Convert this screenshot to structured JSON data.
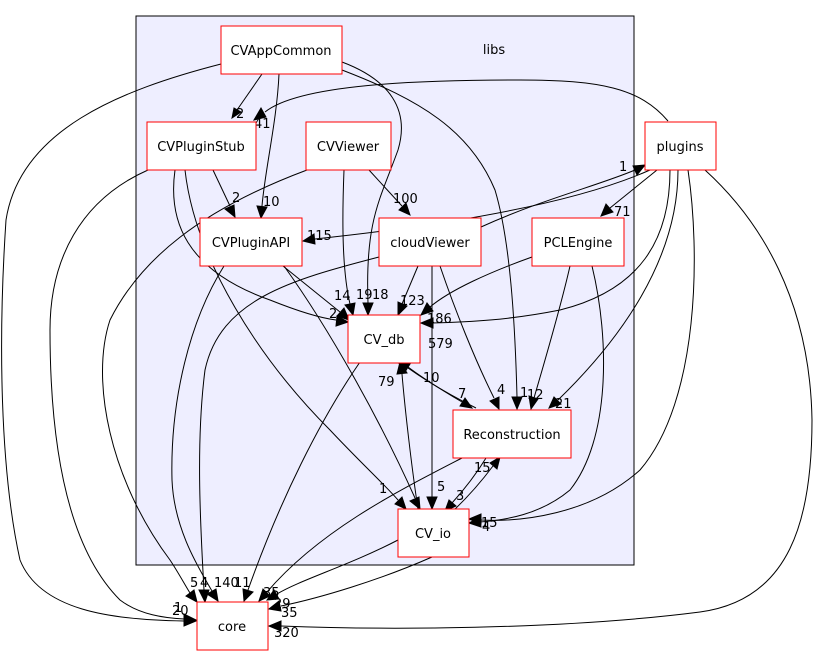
{
  "cluster": {
    "label": "libs",
    "fill": "#eeeeff",
    "stroke": "#000000"
  },
  "colors": {
    "node_border": "#ff0000",
    "edge": "#000000"
  },
  "nodes": {
    "cvappcommon": "CVAppCommon",
    "cvpluginstub": "CVPluginStub",
    "cvviewer": "CVViewer",
    "cvpluginapi": "CVPluginAPI",
    "cloudviewer": "cloudViewer",
    "pclengine": "PCLEngine",
    "cv_db": "CV_db",
    "reconstruction": "Reconstruction",
    "cv_io": "CV_io",
    "plugins": "plugins",
    "core": "core"
  },
  "edge_labels": {
    "appcommon_pluginstub": "2",
    "plugins_pluginstub": "41",
    "pluginstub_pluginapi": "2",
    "appcommon_pluginapi": "10",
    "cvviewer_cloudviewer": "100",
    "cloudviewer_plugins": "1",
    "plugins_pclengine": "71",
    "plugins_pluginapi": "115",
    "pluginapi_cvdb": "14",
    "cvviewer_cvdb": "19",
    "appcommon_cvdb": "18",
    "pluginstub_cvdb": "2",
    "cloudviewer_cvdb": "123",
    "pclengine_cvdb": "186",
    "plugins_cvdb": "579",
    "recon_cvdb": "10",
    "cvio_cvdb": "79",
    "cvdb_recon": "7",
    "cloudviewer_recon": "4",
    "appcommon_recon": "1",
    "pclengine_recon": "12",
    "plugins_recon": "21",
    "cvio_recon": "15",
    "recon_cvio": "3",
    "pluginstub_cvio": "1",
    "cloudviewer_cvio": "5",
    "pclengine_cvio": "4",
    "plugins_cvio": "15",
    "cvviewer_core": "5",
    "cloudviewer_core": "4",
    "pluginapi_core": "140",
    "cvdb_core": "11",
    "recon_core": "35",
    "cvio_core": "29",
    "pluginstub_core": "1",
    "appcommon_core": "20",
    "cvio_core_b": "35",
    "plugins_core": "320"
  }
}
